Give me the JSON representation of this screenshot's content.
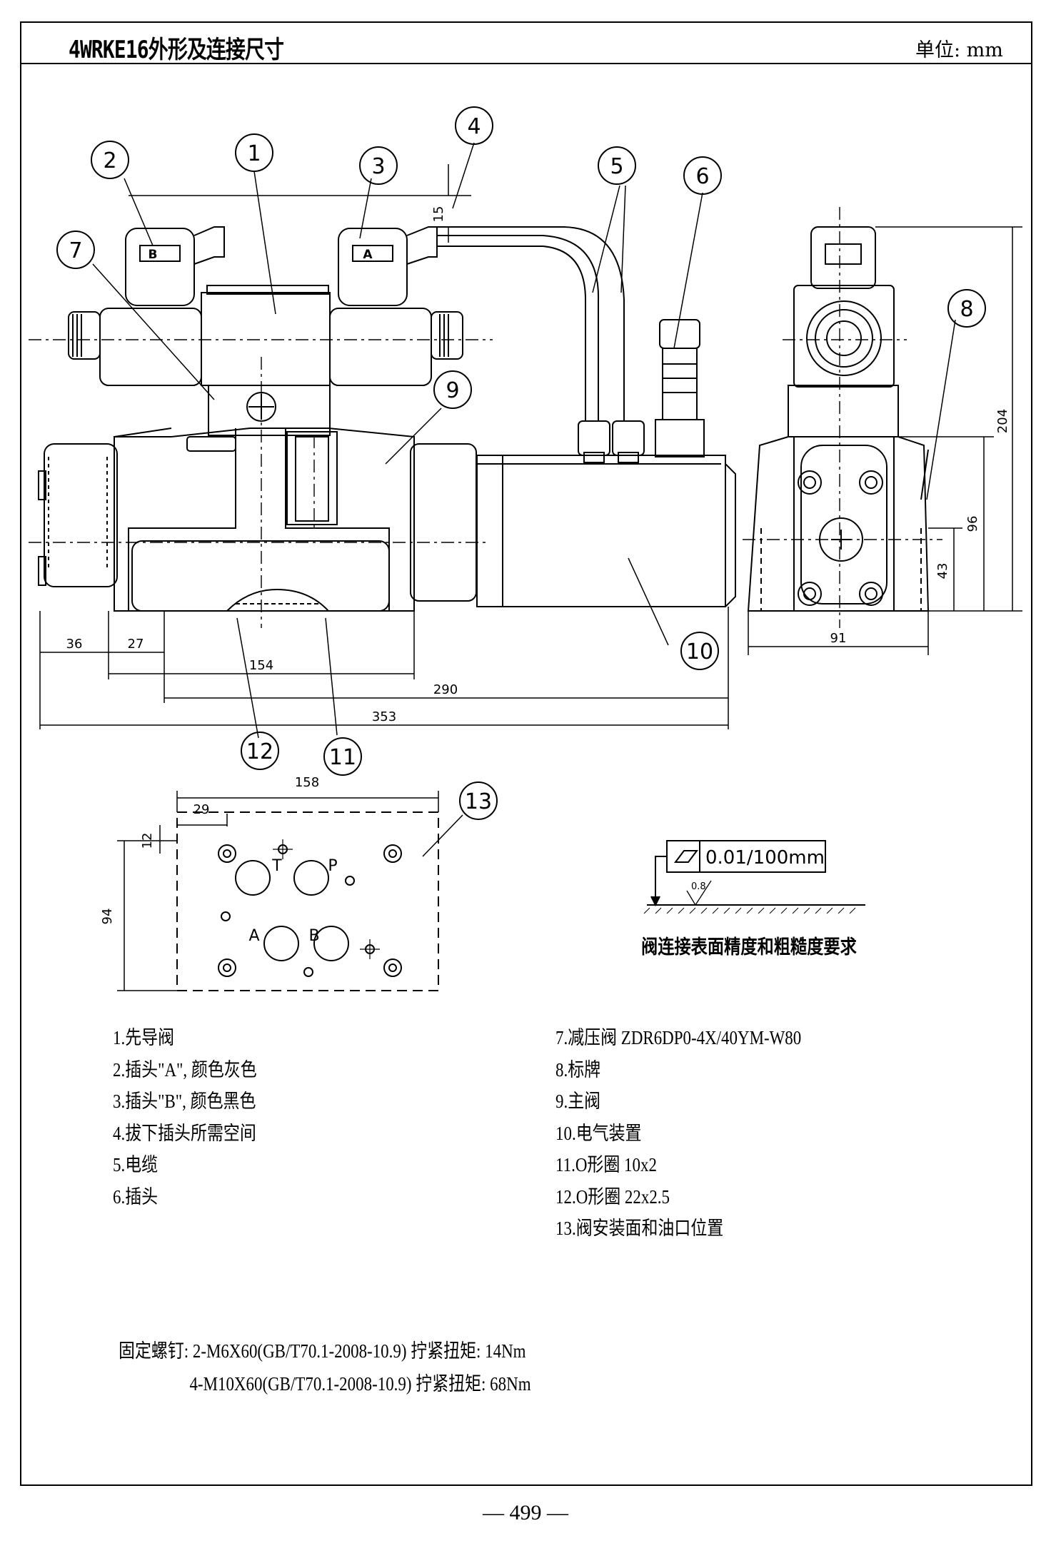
{
  "header": {
    "title": "4WRKE16外形及连接尺寸",
    "unit": "单位: mm"
  },
  "callouts": [
    "1",
    "2",
    "3",
    "4",
    "5",
    "6",
    "7",
    "8",
    "9",
    "10",
    "11",
    "12",
    "13"
  ],
  "dimensions": {
    "d15": "15",
    "d204": "204",
    "d96": "96",
    "d43": "43",
    "d91": "91",
    "d36": "36",
    "d27": "27",
    "d154": "154",
    "d290": "290",
    "d353": "353",
    "d158": "158",
    "d29": "29",
    "d12": "12",
    "d94": "94"
  },
  "ports": {
    "a": "A",
    "b": "B",
    "t": "T",
    "p": "P",
    "sol_a": "A",
    "sol_b": "B"
  },
  "tolerance": {
    "flatness": "0.01/100mm",
    "roughness": "0.8"
  },
  "caption": "阀连接表面精度和粗糙度要求",
  "legend_left": [
    "1.先导阀",
    "2.插头\"A\", 颜色灰色",
    "3.插头\"B\", 颜色黑色",
    "4.拔下插头所需空间",
    "5.电缆",
    "6.插头"
  ],
  "legend_right": [
    "7.减压阀 ZDR6DP0-4X/40YM-W80",
    "8.标牌",
    "9.主阀",
    "10.电气装置",
    "11.O形圈 10x2",
    "12.O形圈 22x2.5",
    "13.阀安装面和油口位置"
  ],
  "notes": [
    "固定螺钉: 2-M6X60(GB/T70.1-2008-10.9) 拧紧扭矩: 14Nm",
    "4-M10X60(GB/T70.1-2008-10.9) 拧紧扭矩: 68Nm"
  ],
  "page_number": "— 499 —"
}
